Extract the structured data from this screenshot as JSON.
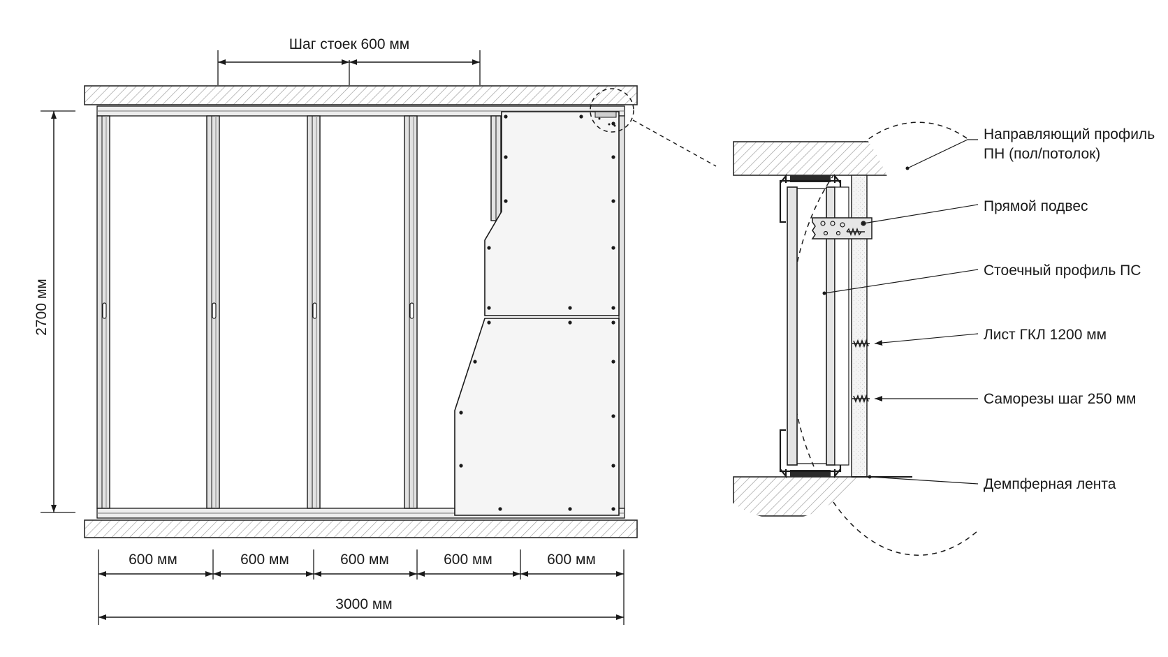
{
  "dimensions": {
    "stud_pitch_label": "Шаг стоек 600 мм",
    "height_label": "2700 мм",
    "segment_labels": [
      "600 мм",
      "600 мм",
      "600 мм",
      "600 мм",
      "600 мм"
    ],
    "total_width_label": "3000 мм"
  },
  "callouts": [
    {
      "line1": "Направляющий профиль",
      "line2": "ПН (пол/потолок)"
    },
    {
      "line1": "Прямой подвес",
      "line2": ""
    },
    {
      "line1": "Стоечный профиль ПС",
      "line2": ""
    },
    {
      "line1": "Лист ГКЛ 1200 мм",
      "line2": ""
    },
    {
      "line1": "Саморезы шаг 250 мм",
      "line2": ""
    },
    {
      "line1": "Демпферная лента",
      "line2": ""
    }
  ],
  "colors": {
    "line": "#1a1a1a",
    "board": "#f2f2f2",
    "profile": "#d9d9d9",
    "damper_tape": "#2b2b2b",
    "background": "#ffffff"
  }
}
